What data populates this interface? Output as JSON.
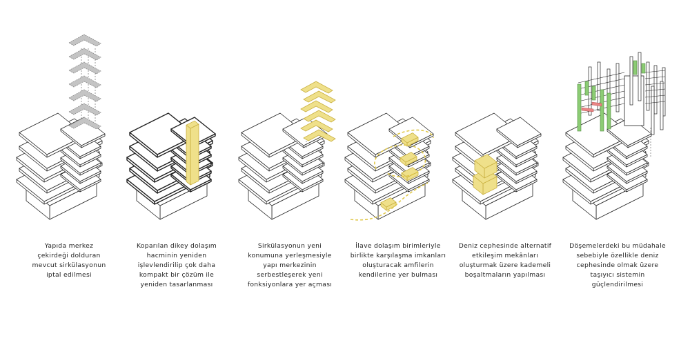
{
  "colors": {
    "line": "#222222",
    "ghost_fill": "#c4c4c4",
    "ghost_line": "#8a8a8a",
    "highlight_fill": "#efe08a",
    "highlight_line": "#c9b040",
    "structure_green": "#8ccc74",
    "structure_red": "#e98585"
  },
  "panels": [
    {
      "id": "remove-core",
      "highlight": "gray-circulation",
      "caption": [
        "Yapıda merkez",
        "çekirdeği dolduran",
        "mevcut sirkülasyonun",
        "iptal edilmesi"
      ]
    },
    {
      "id": "compact-core",
      "highlight": "yellow-shaft",
      "caption": [
        "Koparılan dikey dolaşım",
        "hacminin yeniden",
        "işlevlendirilip çok daha",
        "kompakt bir çözüm ile",
        "yeniden tasarlanması"
      ]
    },
    {
      "id": "new-circulation",
      "highlight": "yellow-stair",
      "caption": [
        "Sirkülasyonun yeni",
        "konumuna yerleşmesiyle",
        "yapı merkezinin",
        "serbestleşerek yeni",
        "fonksiyonlara yer açması"
      ]
    },
    {
      "id": "amphis",
      "highlight": "yellow-loops",
      "caption": [
        "İlave dolaşım birimleriyle",
        "birlikte karşılaşma imkanları",
        "oluşturacak amfilerin",
        "kendilerine yer bulması"
      ]
    },
    {
      "id": "terracing",
      "highlight": "yellow-voids",
      "caption": [
        "Deniz cephesinde alternatif",
        "etkileşim mekânları",
        "oluşturmak üzere kademeli",
        "boşaltmaların yapılması"
      ]
    },
    {
      "id": "structure",
      "highlight": "structure-frame",
      "caption": [
        "Döşemelerdeki bu müdahale",
        "sebebiyle özellikle deniz",
        "cephesinde olmak üzere",
        "taşıyıcı sistemin",
        "güçlendirilmesi"
      ]
    }
  ]
}
